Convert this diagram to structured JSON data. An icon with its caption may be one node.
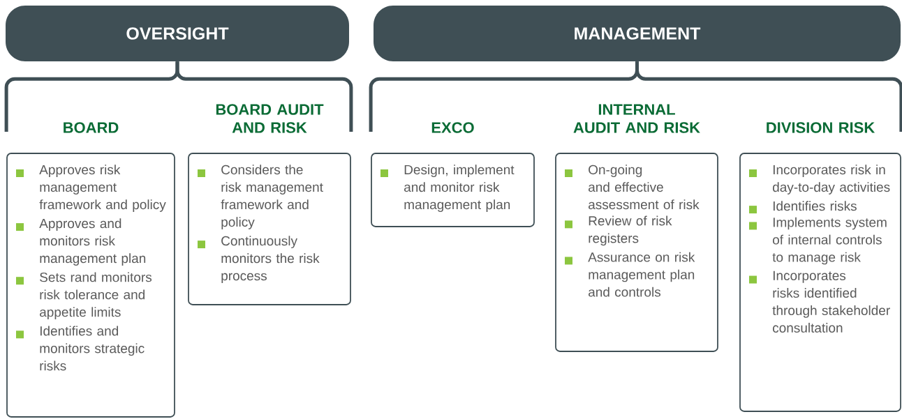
{
  "diagram": {
    "nodes": [
      {
        "text": [
          "OVERSIGHT"
        ]
      },
      {
        "text": [
          "MANAGEMENT"
        ]
      },
      {
        "text": [
          "BOARD",
          "Approves risk management framework and policy",
          "Approves and monitors risk management plan",
          "Sets rand monitors risk tolerance and appetite limits",
          "Identifies and monitors strategic risks"
        ]
      },
      {
        "text": [
          "BOARD AUDIT AND RISK",
          "Considers the risk management framework and policy",
          "Continuously monitors the risk process"
        ]
      },
      {
        "text": [
          "EXCO",
          "Design, implement and monitor risk management plan"
        ]
      },
      {
        "text": [
          "INTERNAL AUDIT AND RISK",
          "On-going and effective assessment of risk",
          "Review of risk registers",
          "Assurance on risk management plan and controls"
        ]
      },
      {
        "text": [
          "DIVISION RISK",
          "Incorporates risk in day-to-day activities",
          "Identifies risks",
          "Implements system of internal controls to manage risk",
          "Incorporates risks identified through stakeholder consultation"
        ]
      }
    ],
    "edges": [
      {
        "from": 0,
        "to": 2,
        "arrow": "none"
      },
      {
        "from": 0,
        "to": 3,
        "arrow": "none"
      },
      {
        "from": 1,
        "to": 4,
        "arrow": "none"
      },
      {
        "from": 1,
        "to": 6,
        "arrow": "none"
      }
    ]
  }
}
